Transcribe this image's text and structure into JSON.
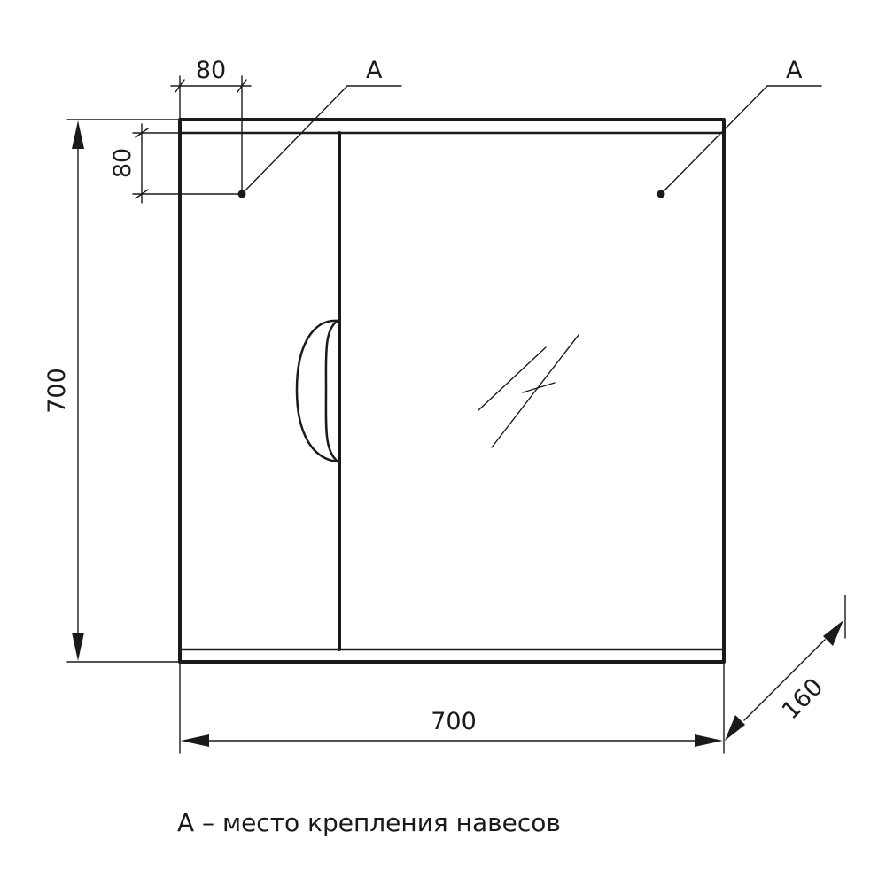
{
  "dimensions": {
    "height_main": "700",
    "width_main": "700",
    "depth": "160",
    "mount_offset_x": "80",
    "mount_offset_y": "80"
  },
  "callouts": {
    "left_label": "A",
    "right_label": "A"
  },
  "caption": "А – место крепления навесов"
}
